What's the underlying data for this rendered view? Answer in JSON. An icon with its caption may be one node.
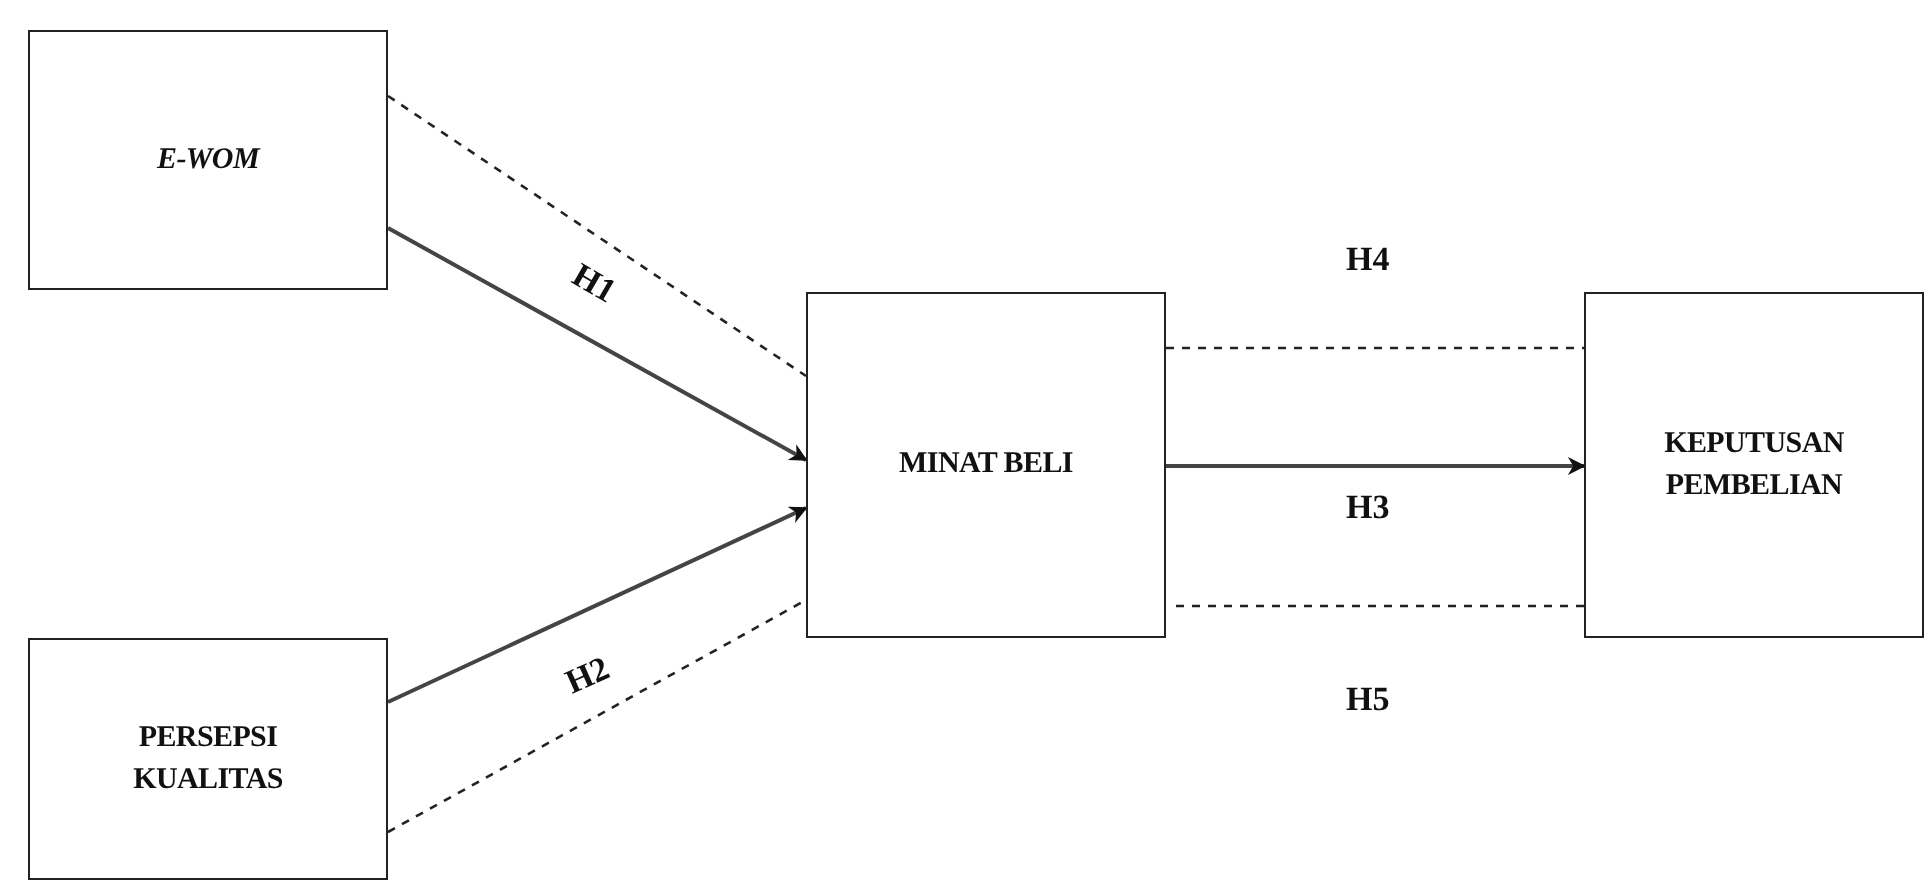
{
  "diagram": {
    "nodes": [
      {
        "text": [
          "E-WOM"
        ]
      },
      {
        "text": [
          "PERSEPSI KUALITAS"
        ]
      },
      {
        "text": [
          "MINAT BELI"
        ]
      },
      {
        "text": [
          "KEPUTUSAN PEMBELIAN"
        ]
      }
    ],
    "edges": [
      {
        "from": 0,
        "to": 2,
        "arrow": "to",
        "label": "H1"
      },
      {
        "from": 0,
        "to": 2,
        "arrow": "none",
        "style": "dashed"
      },
      {
        "from": 1,
        "to": 2,
        "arrow": "to",
        "label": "H2"
      },
      {
        "from": 1,
        "to": 2,
        "arrow": "none",
        "style": "dashed"
      },
      {
        "from": 2,
        "to": 3,
        "arrow": "to",
        "label": "H3"
      },
      {
        "from": 2,
        "to": 3,
        "arrow": "none",
        "style": "dashed",
        "label": "H4"
      },
      {
        "from": 2,
        "to": 3,
        "arrow": "none",
        "style": "dashed",
        "label": "H5"
      }
    ]
  }
}
